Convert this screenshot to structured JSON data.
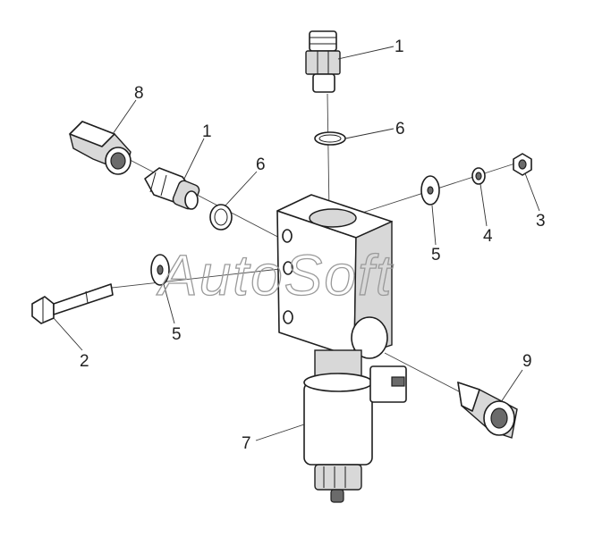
{
  "watermark": "AutoSoft",
  "callouts": {
    "c1_top": "1",
    "c1_left": "1",
    "c2": "2",
    "c3": "3",
    "c4": "4",
    "c5_left": "5",
    "c5_right": "5",
    "c6_top": "6",
    "c6_left": "6",
    "c7": "7",
    "c8": "8",
    "c9": "9"
  }
}
